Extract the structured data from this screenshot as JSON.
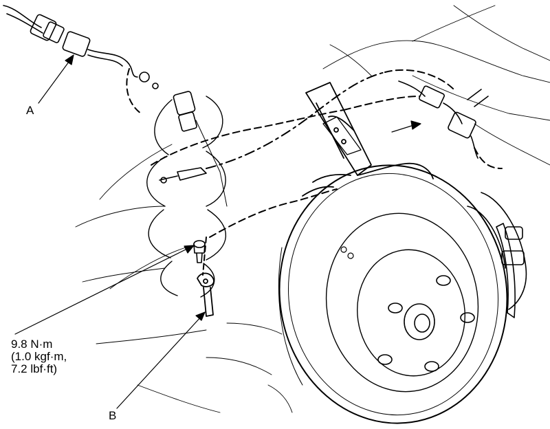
{
  "labels": {
    "a": "A",
    "b": "B"
  },
  "torque_spec": {
    "line1": "9.8 N·m",
    "line2": "(1.0 kgf·m,",
    "line3": "7.2 lbf·ft)"
  },
  "colors": {
    "ink": "#000000",
    "paper": "#ffffff"
  }
}
